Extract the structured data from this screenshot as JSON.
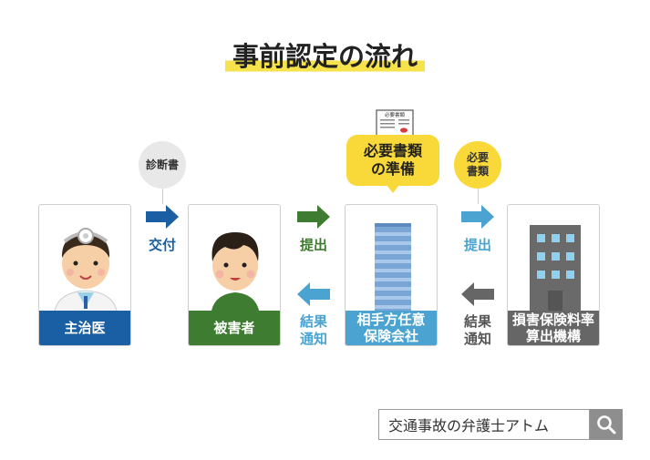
{
  "title": "事前認定の流れ",
  "nodes": {
    "doctor": "主治医",
    "victim": "被害者",
    "insurer": "相手方任意\n保険会社",
    "rating_org": "損害保険料率\n算出機構"
  },
  "badges": {
    "diagnosis": "診断書",
    "required_docs": "必要\n書類"
  },
  "bubble": "必要書類\nの準備",
  "doc_icon_title": "必要書類",
  "arrows": {
    "deliver": "交付",
    "submit_1": "提出",
    "submit_2": "提出",
    "notify_1": "結果\n通知",
    "notify_2": "結果\n通知"
  },
  "search": {
    "text": "交通事故の弁護士アトム"
  },
  "colors": {
    "doctor": "#1a5fa3",
    "victim": "#3e7c31",
    "insurer": "#4aa3d0",
    "rating_org": "#666666",
    "highlight": "#f6e24a",
    "bubble": "#f9d83a"
  },
  "icons": {
    "search": "magnifier-icon",
    "document": "document-icon"
  }
}
